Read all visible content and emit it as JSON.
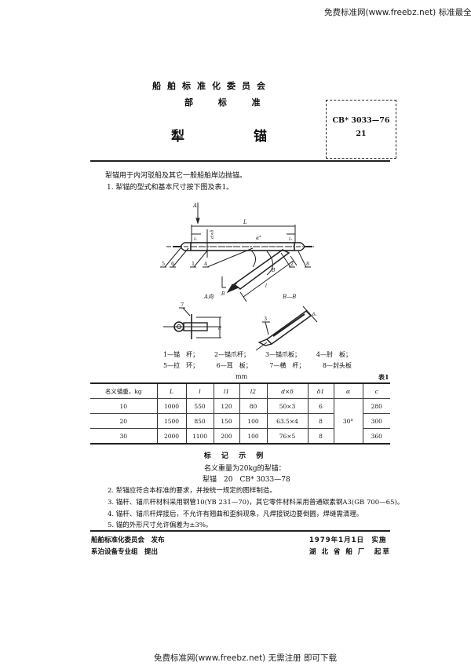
{
  "watermark_top": "免费标准网(www.freebz.net) 标准最全面",
  "watermark_bottom": "免费标准网(www.freebz.net) 无需注册 即可下载",
  "header": {
    "org": "船舶标准化委员会",
    "level": "部 标 准",
    "title_left": "犁",
    "title_right": "锚",
    "code": "CB* 3033—76",
    "page": "21"
  },
  "intro": "犁锚用于内河驳船及其它一般船舶岸边抛锚。",
  "clause1": "1. 犁锚的型式和基本尺寸按下图及表1。",
  "figure": {
    "labels": {
      "A": "A",
      "L": "L",
      "l1": "l1",
      "l2": "l2",
      "dxd": "d×δ",
      "alpha": "α°",
      "B": "B",
      "l": "l",
      "view_a": "A向",
      "section_bb": "B—B",
      "c": "c",
      "delta1": "δ1"
    },
    "callouts": [
      "5",
      "6",
      "1",
      "4",
      "2",
      "8",
      "7",
      "3"
    ],
    "legend_row1": [
      "1—锚　杆；",
      "2—锚爪杆；",
      "3—锚爪板；",
      "4—肘　板；"
    ],
    "legend_row2": [
      "5—拉　环；",
      "6—耳　板；",
      "7—横　杆；",
      "8—封头板"
    ]
  },
  "table": {
    "unit": "mm",
    "caption": "表1",
    "headers": [
      "名义锚重，kg",
      "L",
      "l",
      "l1",
      "l2",
      "d×δ",
      "δ1",
      "α",
      "c"
    ],
    "rows": [
      [
        "10",
        "1000",
        "550",
        "120",
        "80",
        "50×3",
        "6",
        "30°",
        "280"
      ],
      [
        "20",
        "1500",
        "850",
        "150",
        "100",
        "63.5×4",
        "8",
        "30°",
        "300"
      ],
      [
        "30",
        "2000",
        "1100",
        "200",
        "100",
        "76×5",
        "8",
        "30°",
        "360"
      ]
    ]
  },
  "marking": {
    "title": "标 记 示 例",
    "line1": "名义重量为20kg的犁锚：",
    "line2": "犁锚　20　CB* 3033—78"
  },
  "clauses": [
    "2. 犁锚应符合本标准的要求，并按统一规定的图样制造。",
    "3. 锚杆、锚爪杆材料采用钢管10(YB 231—70)，其它零件材料采用普通碳素钢A3(GB 700—65)。",
    "4. 锚杆、锚爪杆焊接后，不允许有翘曲和歪斜现象，凡焊接锐边要倒圆，焊缝需清理。",
    "5. 锚的外形尺寸允许偏差为±3%。"
  ],
  "footer": {
    "issuer": "船舶标准化委员会　发布",
    "proposer": "系泊设备专业组　提出",
    "effective": "1979年1月1日　实施",
    "drafter": "湖 北 省 船 厂　起草"
  }
}
